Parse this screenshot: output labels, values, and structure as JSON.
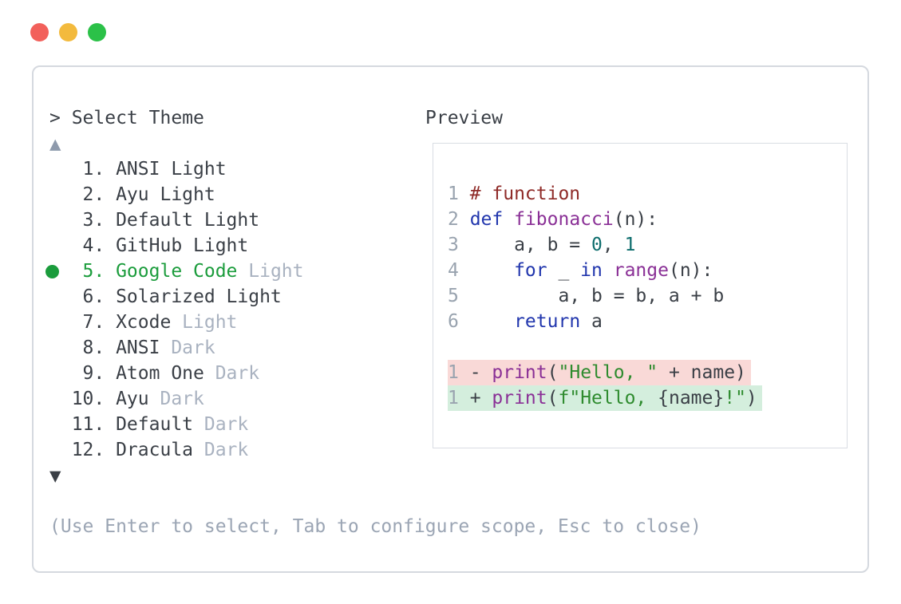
{
  "window": {
    "traffic_lights": [
      {
        "name": "close",
        "color": "#f2605b"
      },
      {
        "name": "minimize",
        "color": "#f3ba3d"
      },
      {
        "name": "zoom",
        "color": "#2bc148"
      }
    ]
  },
  "panel": {
    "prompt": "> Select Theme",
    "scroll_up_icon": "▲",
    "scroll_down_icon": "▼",
    "help": "(Use Enter to select, Tab to configure scope, Esc to close)",
    "list": {
      "items": [
        {
          "num": "1.",
          "name": "ANSI",
          "variant": "Light",
          "muted": false,
          "selected": false
        },
        {
          "num": "2.",
          "name": "Ayu",
          "variant": "Light",
          "muted": false,
          "selected": false
        },
        {
          "num": "3.",
          "name": "Default",
          "variant": "Light",
          "muted": false,
          "selected": false
        },
        {
          "num": "4.",
          "name": "GitHub",
          "variant": "Light",
          "muted": false,
          "selected": false
        },
        {
          "num": "5.",
          "name": "Google Code",
          "variant": "Light",
          "muted": true,
          "selected": true
        },
        {
          "num": "6.",
          "name": "Solarized",
          "variant": "Light",
          "muted": false,
          "selected": false
        },
        {
          "num": "7.",
          "name": "Xcode",
          "variant": "Light",
          "muted": true,
          "selected": false
        },
        {
          "num": "8.",
          "name": "ANSI",
          "variant": "Dark",
          "muted": true,
          "selected": false
        },
        {
          "num": "9.",
          "name": "Atom One",
          "variant": "Dark",
          "muted": true,
          "selected": false
        },
        {
          "num": "10.",
          "name": "Ayu",
          "variant": "Dark",
          "muted": true,
          "selected": false
        },
        {
          "num": "11.",
          "name": "Default",
          "variant": "Dark",
          "muted": true,
          "selected": false
        },
        {
          "num": "12.",
          "name": "Dracula",
          "variant": "Dark",
          "muted": true,
          "selected": false
        }
      ]
    },
    "preview": {
      "title": "Preview",
      "code_lines": [
        {
          "num": "1",
          "tokens": [
            "# function"
          ]
        },
        {
          "num": "2",
          "tokens": [
            "def",
            " ",
            "fibonacci",
            "(n):"
          ]
        },
        {
          "num": "3",
          "tokens": [
            "    a, b = ",
            "0",
            ", ",
            "1"
          ]
        },
        {
          "num": "4",
          "tokens": [
            "    ",
            "for",
            " _ ",
            "in",
            " ",
            "range",
            "(n):"
          ]
        },
        {
          "num": "5",
          "tokens": [
            "        a, b = b, a + b"
          ]
        },
        {
          "num": "6",
          "tokens": [
            "    ",
            "return",
            " a"
          ]
        }
      ],
      "diff_lines": [
        {
          "num": "1",
          "kind": "removed",
          "tokens": [
            "- ",
            "print",
            "(",
            "\"Hello, \"",
            " + name)"
          ]
        },
        {
          "num": "1",
          "kind": "added",
          "tokens": [
            "+ ",
            "print",
            "(",
            "f\"Hello, ",
            "{name}",
            "!\"",
            ")"
          ]
        }
      ]
    }
  },
  "colors": {
    "accent_green": "#1b9c3c",
    "muted_text": "#a9b2c0",
    "dark_text": "#3a3f46",
    "syntax_keyword": "#2136ad",
    "syntax_function": "#8a3096",
    "syntax_string": "#2e8b2e",
    "syntax_number": "#0d6d6d",
    "syntax_comment": "#8f2b28",
    "diff_removed_bg": "#f9d9d7",
    "diff_added_bg": "#d4eedd"
  }
}
